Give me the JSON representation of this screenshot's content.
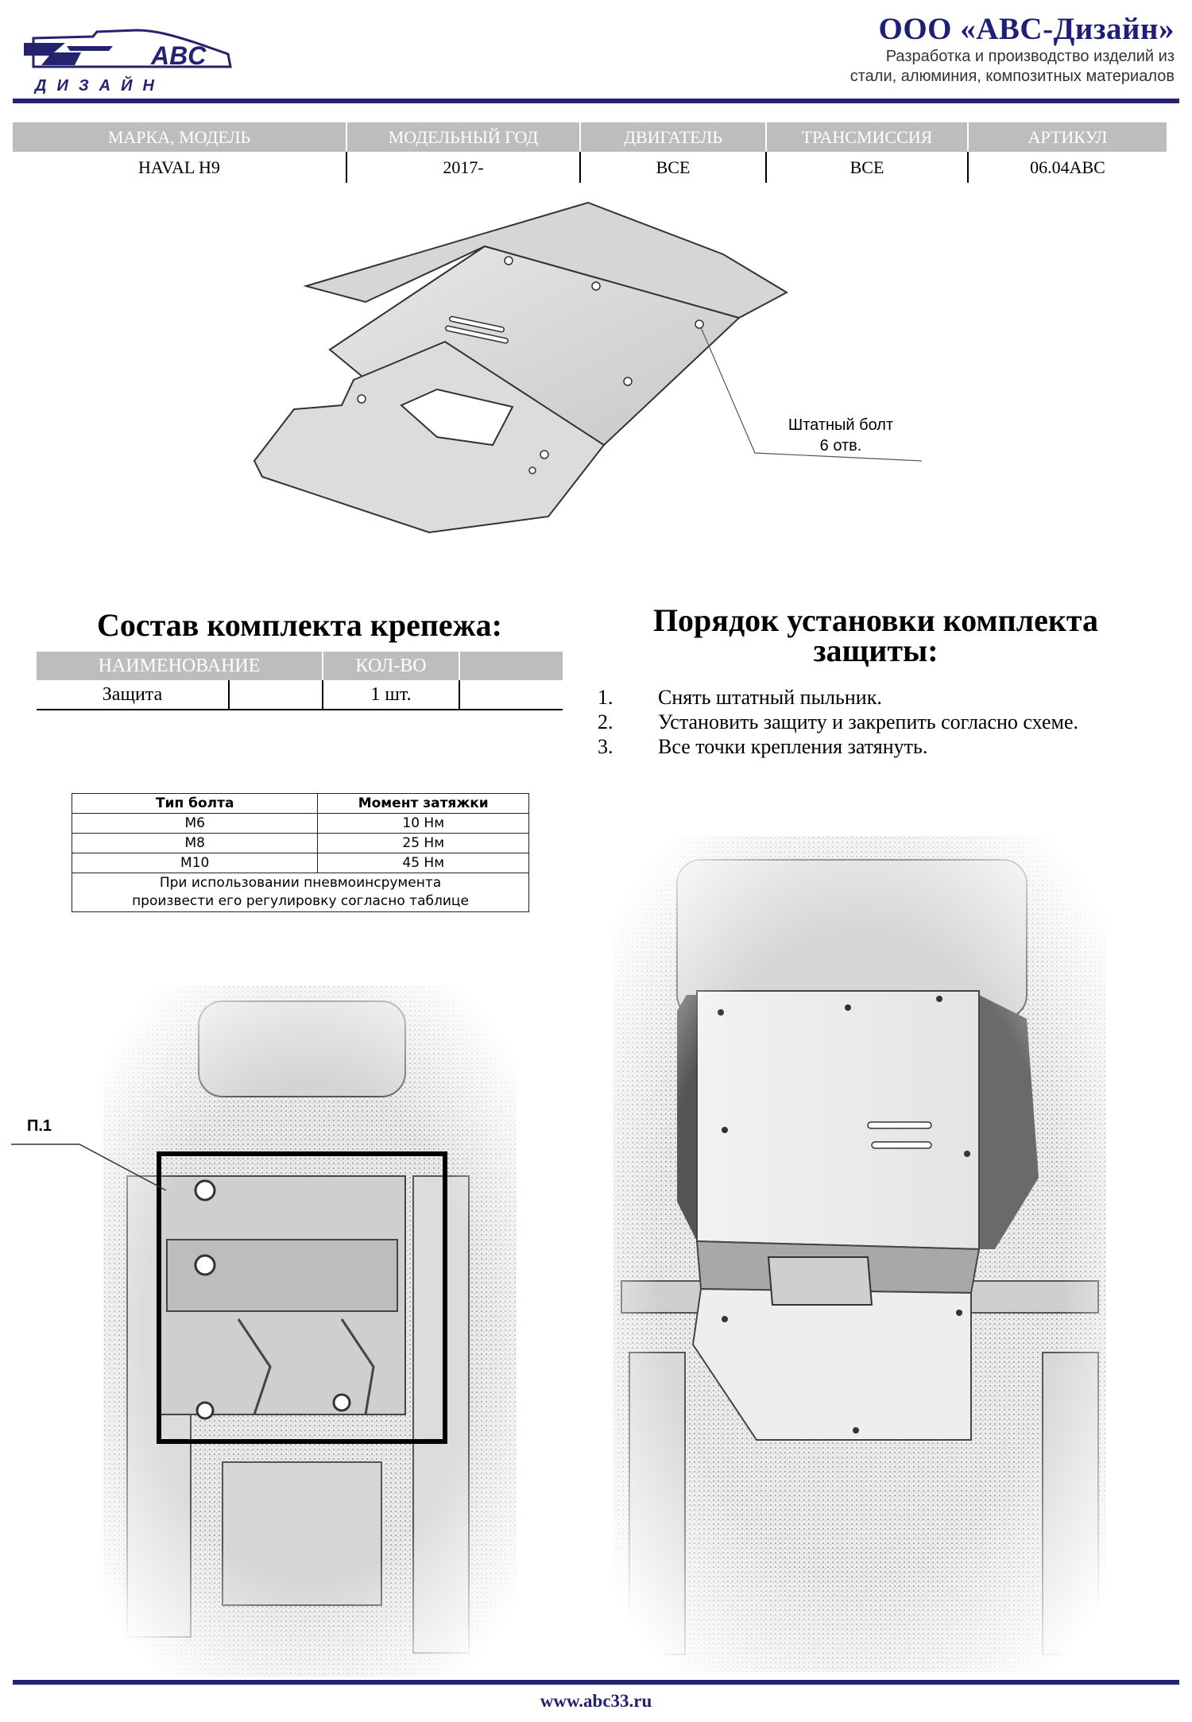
{
  "header": {
    "logo_text_top": "ABC",
    "logo_text_bottom": "ДИЗАЙН",
    "company_name": "ООО «АВС-Дизайн»",
    "company_desc_line1": "Разработка и производство изделий из",
    "company_desc_line2": "стали, алюминия, композитных материалов"
  },
  "spec_table": {
    "headers": [
      "МАРКА, МОДЕЛЬ",
      "МОДЕЛЬНЫЙ ГОД",
      "ДВИГАТЕЛЬ",
      "ТРАНСМИССИЯ",
      "АРТИКУЛ"
    ],
    "row": [
      "HAVAL H9",
      "2017-",
      "ВСЕ",
      "ВСЕ",
      "06.04ABC"
    ]
  },
  "part_drawing": {
    "callout_line1": "Штатный болт",
    "callout_line2": "6 отв."
  },
  "kit": {
    "title": "Состав комплекта крепежа:",
    "headers": [
      "НАИМЕНОВАНИЕ",
      "КОЛ-ВО",
      ""
    ],
    "rows": [
      [
        "Защита",
        "",
        "1 шт.",
        ""
      ]
    ]
  },
  "install": {
    "title_line1": "Порядок установки комплекта",
    "title_line2": "защиты:",
    "steps": [
      {
        "num": "1.",
        "text": "Снять штатный пыльник."
      },
      {
        "num": "2.",
        "text": "Установить защиту и закрепить согласно схеме."
      },
      {
        "num": "3.",
        "text": "Все точки крепления затянуть."
      }
    ]
  },
  "torque_table": {
    "headers": [
      "Тип болта",
      "Момент затяжки"
    ],
    "rows": [
      [
        "M6",
        "10 Нм"
      ],
      [
        "M8",
        "25 Нм"
      ],
      [
        "M10",
        "45 Нм"
      ]
    ],
    "note_line1": "При использовании пневмоинсрумента",
    "note_line2": "произвести его регулировку согласно таблице"
  },
  "left_photo": {
    "label": "П.1"
  },
  "footer": {
    "website": "www.abc33.ru"
  },
  "colors": {
    "brand_navy": "#23236e",
    "header_gray": "#bdbdbd"
  }
}
